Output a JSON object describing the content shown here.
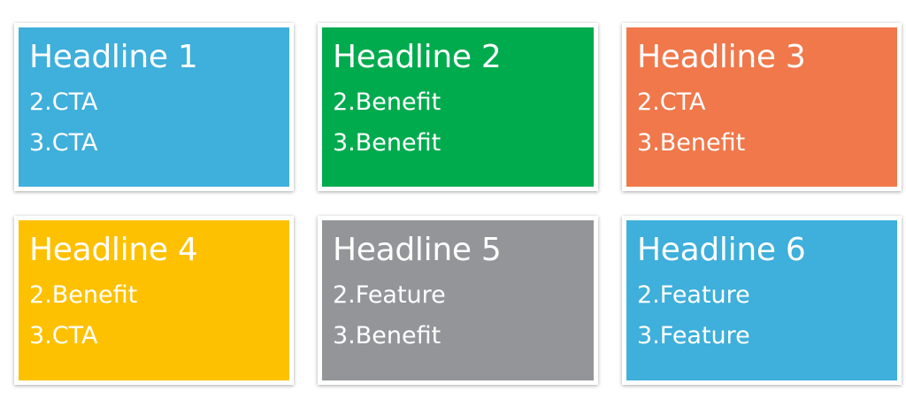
{
  "cards": [
    {
      "headline": "Headline 1",
      "items": [
        "2.CTA",
        "3.CTA"
      ],
      "color": "#3FAFDB"
    },
    {
      "headline": "Headline 2",
      "items": [
        "2.Benefit",
        "3.Benefit"
      ],
      "color": "#00AB4E"
    },
    {
      "headline": "Headline 3",
      "items": [
        "2.CTA",
        "3.Benefit"
      ],
      "color": "#F0784B"
    },
    {
      "headline": "Headline 4",
      "items": [
        "2.Benefit",
        "3.CTA"
      ],
      "color": "#FDC101"
    },
    {
      "headline": "Headline 5",
      "items": [
        "2.Feature",
        "3.Benefit"
      ],
      "color": "#939598"
    },
    {
      "headline": "Headline 6",
      "items": [
        "2.Feature",
        "3.Feature"
      ],
      "color": "#3FAFDB"
    }
  ]
}
